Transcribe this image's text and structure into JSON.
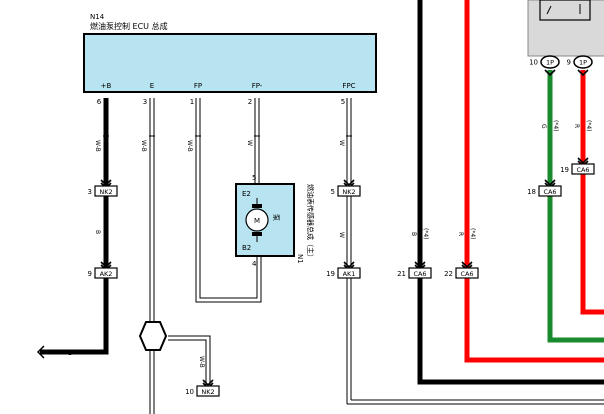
{
  "ecu": {
    "code": "N14",
    "name": "燃油泵控制 ECU 总成",
    "pins": [
      {
        "label": "+B",
        "num": "6"
      },
      {
        "label": "E",
        "num": "3"
      },
      {
        "label": "FP",
        "num": "1"
      },
      {
        "label": "FP-",
        "num": "2"
      },
      {
        "label": "FPC",
        "num": "5"
      }
    ]
  },
  "sender": {
    "code": "N1",
    "name": "燃油表传感器总成（主）",
    "pin_top_label": "E2",
    "pin_bottom_label": "B2",
    "pin_top_num": "5",
    "pin_bottom_num": "4",
    "motor_label": "M",
    "motor_side_label": "泵"
  },
  "wire_colors": {
    "black": "#000000",
    "red": "#ff0000",
    "green": "#1a8a2e",
    "relay_bg": "#d9d9d9"
  },
  "wire_labels": {
    "wb1": "W-B",
    "wb2": "W-B",
    "wb3": "W-B",
    "wb4": "W-B",
    "w1": "W",
    "w2": "W",
    "b1": "B",
    "b2": "B",
    "b3": "B",
    "b4_main": "B",
    "b4_note": "(*4)",
    "r_main": "R",
    "r_note": "(*4)",
    "g_main": "G",
    "g_note": "(*4)",
    "r2_main": "R",
    "r2_note": "(*4)"
  },
  "connectors": {
    "nk2_a": {
      "num": "3",
      "name": "NK2"
    },
    "ak2": {
      "num": "9",
      "name": "AK2"
    },
    "nk2_b": {
      "num": "5",
      "name": "NK2"
    },
    "ak1": {
      "num": "19",
      "name": "AK1"
    },
    "ca6_a": {
      "num": "21",
      "name": "CA6"
    },
    "ca6_b": {
      "num": "22",
      "name": "CA6"
    },
    "ca6_c": {
      "num": "18",
      "name": "CA6"
    },
    "ca6_d": {
      "num": "19",
      "name": "CA6"
    },
    "nk2_c": {
      "num": "10",
      "name": "NK2"
    }
  },
  "relay_pins": [
    {
      "num": "10",
      "name": "1P"
    },
    {
      "num": "9",
      "name": "1P"
    }
  ]
}
